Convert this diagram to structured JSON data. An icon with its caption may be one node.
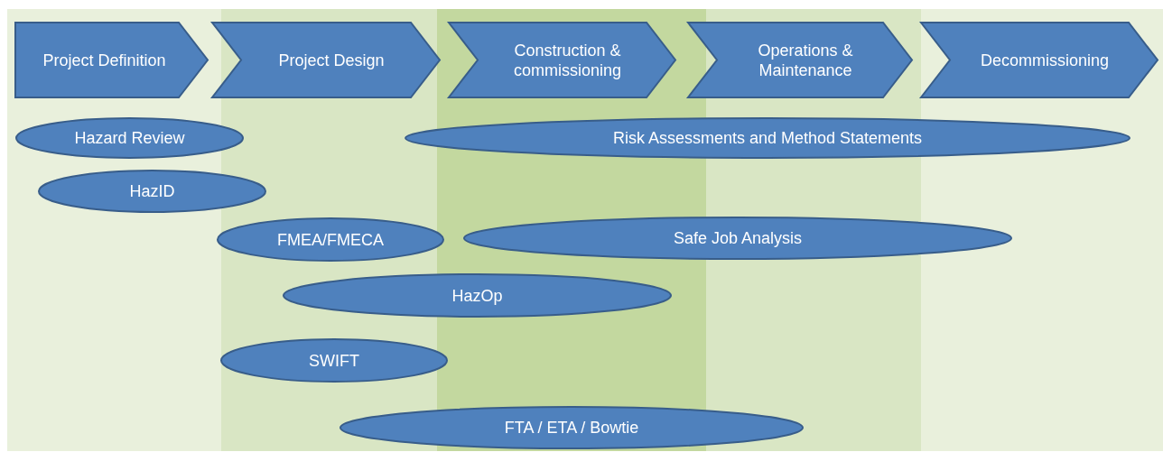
{
  "diagram": {
    "nodes": [
      {
        "text": [
          "Project Definition"
        ]
      },
      {
        "text": [
          "Project Design"
        ]
      },
      {
        "text": [
          "Construction & commissioning"
        ]
      },
      {
        "text": [
          "Operations & Maintenance"
        ]
      },
      {
        "text": [
          "Decommissioning"
        ]
      },
      {
        "text": [
          "Hazard Review"
        ]
      },
      {
        "text": [
          "Risk Assessments and Method Statements"
        ]
      },
      {
        "text": [
          "HazID"
        ]
      },
      {
        "text": [
          "FMEA/FMECA"
        ]
      },
      {
        "text": [
          "Safe Job Analysis"
        ]
      },
      {
        "text": [
          "HazOp"
        ]
      },
      {
        "text": [
          "SWIFT"
        ]
      },
      {
        "text": [
          "FTA / ETA / Bowtie"
        ]
      }
    ]
  }
}
